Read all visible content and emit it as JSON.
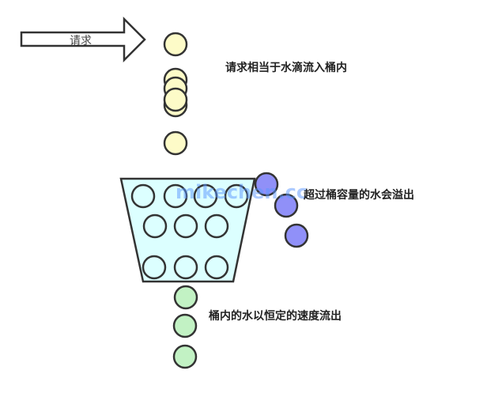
{
  "arrow_label": "请求",
  "labels": {
    "inflow": "请求相当于水滴流入桶内",
    "overflow": "超过桶容量的水会溢出",
    "outflow": "桶内的水以恒定的速度流出"
  },
  "watermark": "mikechen.cc",
  "colors": {
    "incoming": "#fdfbc8",
    "bucket": "#dcffff",
    "overflow": "#9090f8",
    "outflow": "#c2f2c4",
    "stroke": "#333333"
  }
}
